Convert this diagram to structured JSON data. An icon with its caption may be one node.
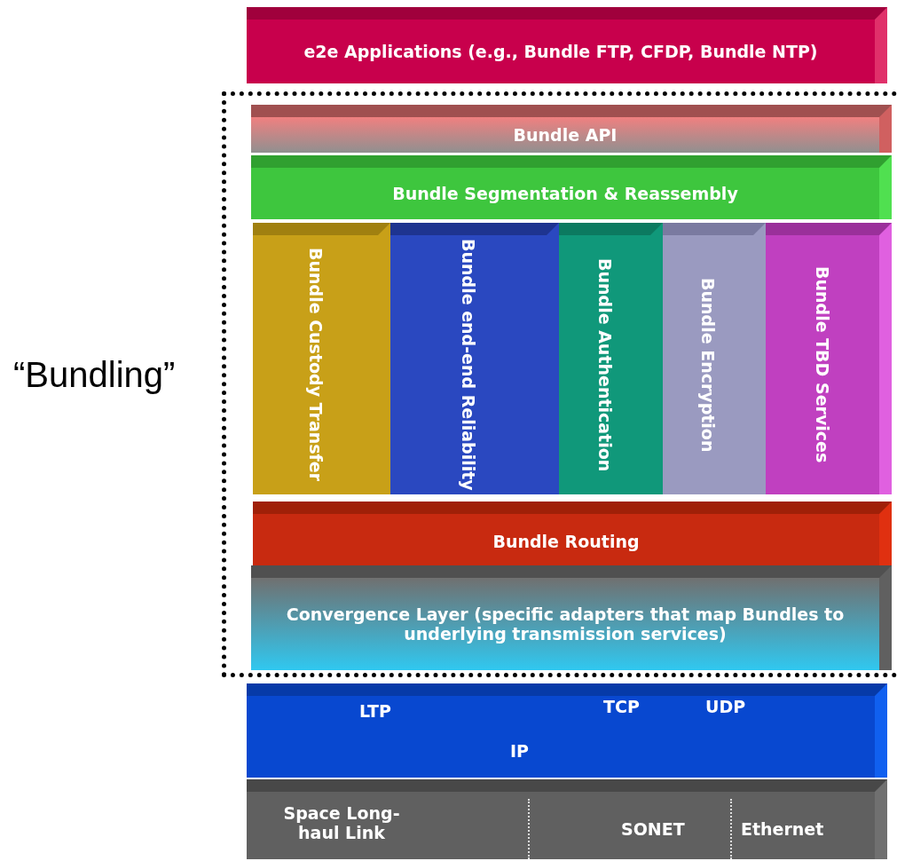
{
  "diagram": {
    "nodes": [
      {
        "text": [
          "e2e Applications (e.g., Bundle FTP, CFDP, Bundle NTP)"
        ]
      },
      {
        "text": [
          "“Bundling”"
        ]
      },
      {
        "text": [
          "Bundle API"
        ],
        "in": 1
      },
      {
        "text": [
          "Bundle Segmentation & Reassembly"
        ],
        "in": 1
      },
      {
        "text": [
          "Bundle Custody Transfer"
        ],
        "in": 1
      },
      {
        "text": [
          "Bundle end-end Reliability"
        ],
        "in": 1
      },
      {
        "text": [
          "Bundle Authentication"
        ],
        "in": 1
      },
      {
        "text": [
          "Bundle Encryption"
        ],
        "in": 1
      },
      {
        "text": [
          "Bundle TBD Services"
        ],
        "in": 1
      },
      {
        "text": [
          "Bundle Routing"
        ],
        "in": 1
      },
      {
        "text": [
          "Convergence Layer (specific adapters that map Bundles to underlying transmission services)"
        ],
        "in": 1
      },
      {
        "text": [
          "LTP",
          "TCP",
          "UDP",
          "IP"
        ]
      },
      {
        "text": [
          "Space Long-haul Link",
          "SONET",
          "Ethernet"
        ]
      }
    ]
  }
}
